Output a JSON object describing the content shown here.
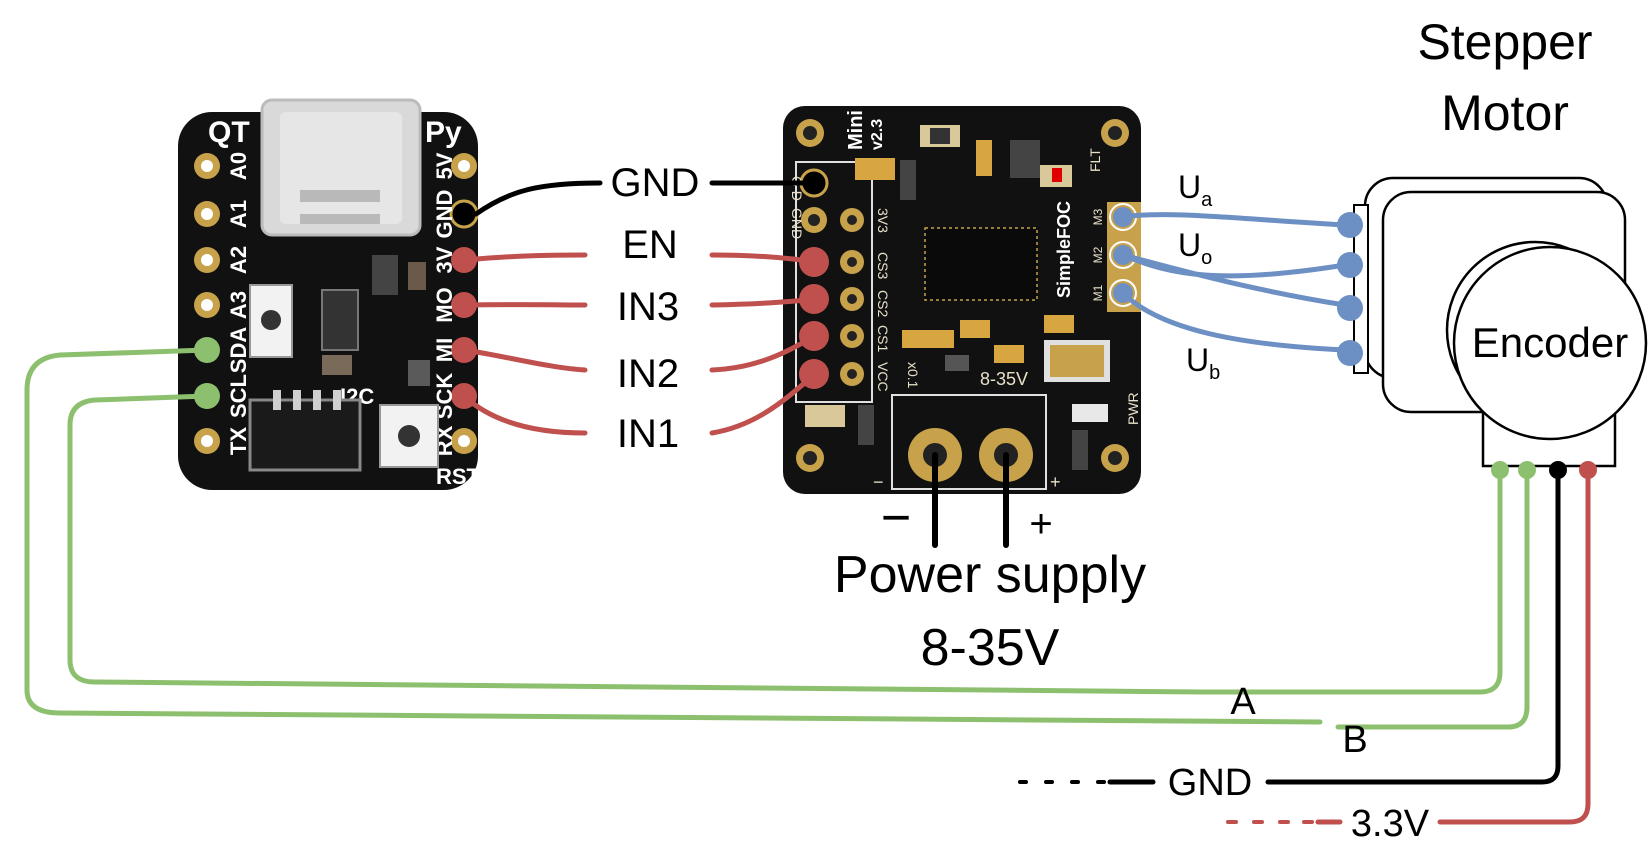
{
  "motor": {
    "title_line1": "Stepper",
    "title_line2": "Motor",
    "encoder_label": "Encoder"
  },
  "power": {
    "line1": "Power supply",
    "line2": "8-35V",
    "minus": "−",
    "plus": "+"
  },
  "wires": {
    "gnd": "GND",
    "en": "EN",
    "in3": "IN3",
    "in2": "IN2",
    "in1": "IN1",
    "ua": "U",
    "ua_sub": "a",
    "uo": "U",
    "uo_sub": "o",
    "ub": "U",
    "ub_sub": "b",
    "enc_a": "A",
    "enc_b": "B",
    "enc_gnd": "GND",
    "enc_vcc": "3.3V"
  },
  "qtpy": {
    "logo_left": "QT",
    "logo_right": "Py",
    "left_pins": [
      "A0",
      "A1",
      "A2",
      "A3",
      "SDA",
      "SCL",
      "TX"
    ],
    "right_pins": [
      "5V",
      "GND",
      "3V",
      "MO",
      "MI",
      "SCK",
      "RX"
    ],
    "i2c": "I2C",
    "rst": "RST"
  },
  "driver": {
    "name": "Mini",
    "version": "v2.3",
    "brand": "SimpleFOC",
    "flt": "FLT",
    "pwr": "PWR",
    "gd": "G D",
    "gnd": "GND",
    "v3": "3V3",
    "pins": [
      "CS3",
      "CS2",
      "CS1",
      "VCC"
    ],
    "motor_pins": [
      "M3",
      "M2",
      "M1"
    ],
    "voltage": "8-35V",
    "x01": "x0.1",
    "minus": "−",
    "plus": "+"
  },
  "colors": {
    "red_wire": "#c0504d",
    "green_wire": "#8dc06e",
    "blue_wire": "#6d90c4",
    "black_wire": "#000000",
    "board": "#111111",
    "gold": "#c8a24a"
  }
}
